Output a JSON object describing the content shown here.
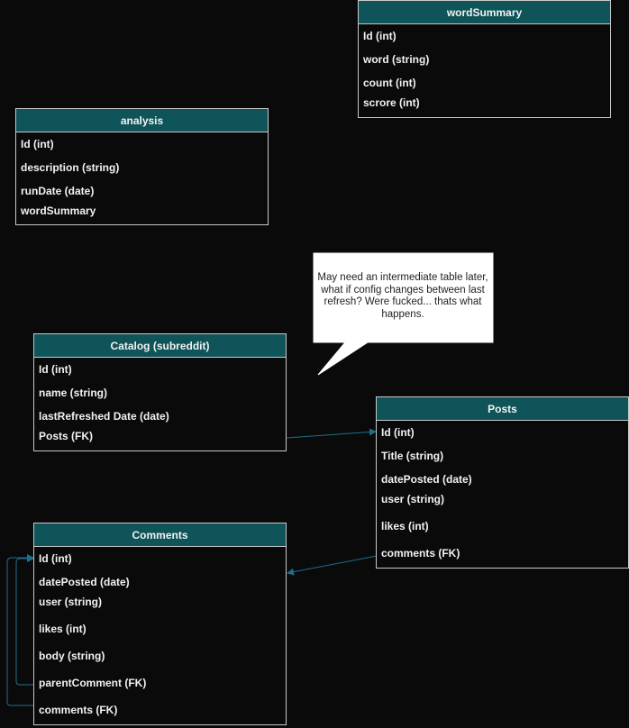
{
  "entities": {
    "wordSummary": {
      "title": "wordSummary",
      "fields": [
        "Id (int)",
        "word (string)",
        "count (int)",
        "scrore (int)"
      ]
    },
    "analysis": {
      "title": "analysis",
      "fields": [
        "Id (int)",
        "description (string)",
        "runDate (date)",
        "wordSummary"
      ]
    },
    "catalog": {
      "title": "Catalog (subreddit)",
      "fields": [
        "Id (int)",
        "name (string)",
        "lastRefreshed Date (date)",
        "Posts (FK)"
      ]
    },
    "posts": {
      "title": "Posts",
      "fields": [
        "Id (int)",
        "Title (string)",
        "datePosted (date)",
        "user (string)",
        "likes (int)",
        "comments (FK)"
      ]
    },
    "comments": {
      "title": "Comments",
      "fields": [
        "Id (int)",
        "datePosted (date)",
        "user (string)",
        "likes (int)",
        "body (string)",
        "parentComment (FK)",
        "comments (FK)"
      ]
    }
  },
  "callout": {
    "text": "May need an intermediate table later, what if config changes between last refresh?  Were fucked... thats what happens."
  },
  "colors": {
    "background": "#0a0a0a",
    "header": "#0e5459",
    "border": "#c8c8c8",
    "connector": "#1f6f8b",
    "callout_fill": "#ffffff"
  }
}
